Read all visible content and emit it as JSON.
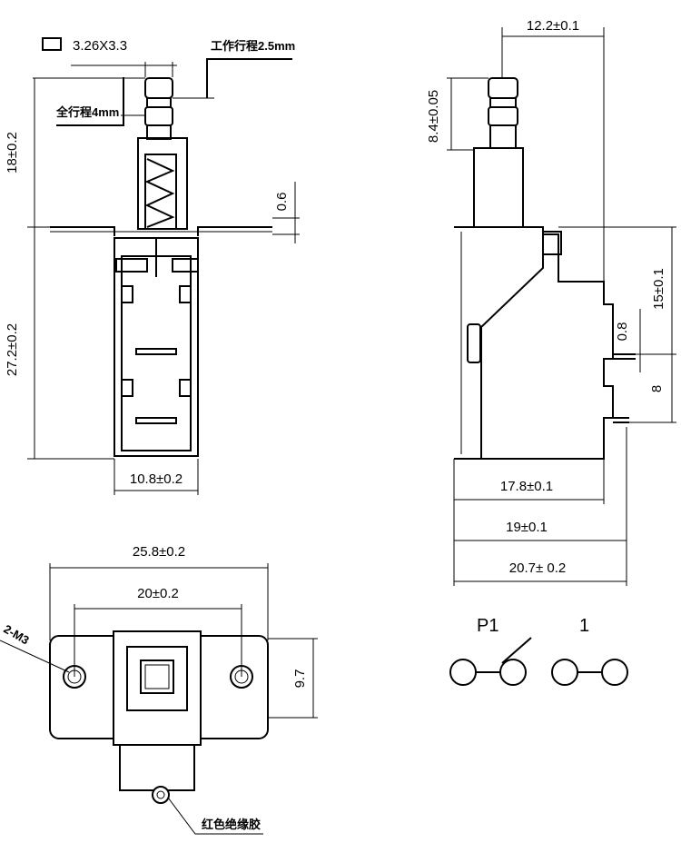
{
  "front_view": {
    "cap_size": "3.26X3.3",
    "working_travel": "工作行程2.5mm",
    "full_travel": "全行程4mm",
    "dim_height_top": "18±0.2",
    "dim_height_body": "27.2±0.2",
    "dim_flange": "0.6",
    "dim_width": "10.8±0.2"
  },
  "side_view": {
    "dim_top": "12.2±0.1",
    "dim_stem": "8.4±0.05",
    "dim_pin_height": "15±0.1",
    "dim_pin_thickness": "0.8",
    "dim_pin_spacing": "8",
    "dim_body": "17.8±0.1",
    "dim_pin_a": "19±0.1",
    "dim_pin_b": "20.7±  0.2"
  },
  "bottom_view": {
    "dim_total": "25.8±0.2",
    "dim_holes": "20±0.2",
    "dim_height": "9.7",
    "hole_label": "2-M3",
    "insulation_label": "红色绝缘胶"
  },
  "schematic": {
    "label_p1": "P1",
    "label_1": "1"
  }
}
